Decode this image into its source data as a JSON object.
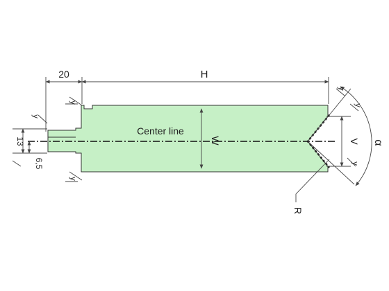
{
  "colors": {
    "body_fill": "#c6f0c6",
    "outline": "#333333",
    "dimension": "#444444",
    "background": "#ffffff"
  },
  "labels": {
    "dim_20": "20",
    "dim_H": "H",
    "center_line": "Center line",
    "dim_W": "W",
    "dim_V": "V",
    "dim_alpha": "α",
    "dim_R": "R",
    "dim_13": "13",
    "dim_6_5": "6,5",
    "tol_y": "y"
  }
}
